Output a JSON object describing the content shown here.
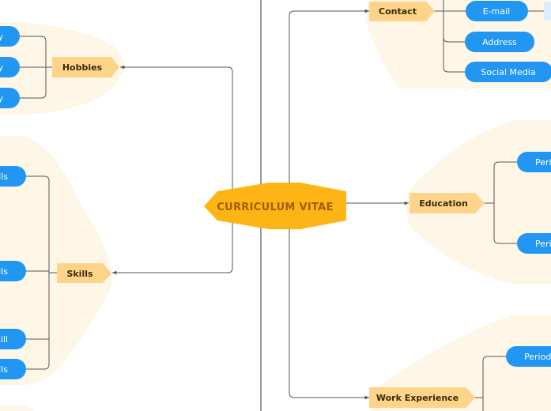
{
  "colors": {
    "central_fill": "#fdb515",
    "central_text": "#a35d00",
    "branch_fill": "#fed48a",
    "branch_text": "#3b2a0a",
    "leaf_fill": "#2196f3",
    "leaf_text": "#ffffff",
    "group_bg": "#fef7e8",
    "line": "#555555",
    "divider": "#333333"
  },
  "central": {
    "label": "CURRICULUM VITAE"
  },
  "branches": {
    "contact": {
      "label": "Contact"
    },
    "hobbies": {
      "label": "Hobbies"
    },
    "education": {
      "label": "Education"
    },
    "skills": {
      "label": "Skills"
    },
    "work": {
      "label": "Work Experience"
    }
  },
  "leaves": {
    "contact": [
      "E-mail",
      "Address",
      "Social Media"
    ],
    "hobbies": [
      "y",
      "y",
      "y"
    ],
    "education": [
      "Peri",
      "Peri"
    ],
    "skills": [
      "lls",
      "lls",
      "kill",
      "lls"
    ],
    "work": [
      "Period"
    ]
  }
}
